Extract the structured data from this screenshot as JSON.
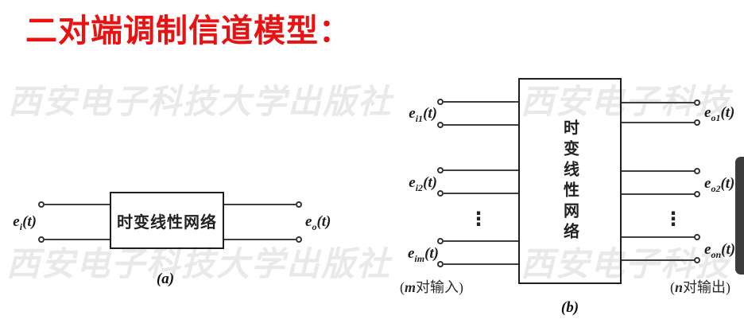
{
  "title": "二对端调制信道模型：",
  "watermark": {
    "segment_long": "西安电子科技大学出版社",
    "segment_short": "西安电子科技"
  },
  "icons": {
    "vertical_ellipsis": "⋮"
  },
  "colors": {
    "title_red": "#e81212",
    "watermark_gray": "#e9e9e9",
    "line_dark": "#3f3f3f",
    "scrollbar_dark": "#3c3c3c"
  },
  "diagram_a": {
    "caption": "(a)",
    "box_label": "时变线性网络",
    "input_label": {
      "base": "e",
      "sub": "i",
      "args": "(t)"
    },
    "output_label": {
      "base": "e",
      "sub": "o",
      "args": "(t)"
    }
  },
  "diagram_b": {
    "caption": "(b)",
    "box_label": "时变线性网络",
    "inputs": [
      {
        "base": "e",
        "sub": "i1",
        "args": "(t)"
      },
      {
        "base": "e",
        "sub": "i2",
        "args": "(t)"
      },
      {
        "base": "e",
        "sub": "im",
        "args": "(t)"
      }
    ],
    "outputs": [
      {
        "base": "e",
        "sub": "o1",
        "args": "(t)"
      },
      {
        "base": "e",
        "sub": "o2",
        "args": "(t)"
      },
      {
        "base": "e",
        "sub": "on",
        "args": "(t)"
      }
    ],
    "input_note": {
      "open": "(",
      "variable": "m",
      "rest": "对输入)"
    },
    "output_note": {
      "open": "(",
      "variable": "n",
      "rest": "对输出)"
    }
  }
}
